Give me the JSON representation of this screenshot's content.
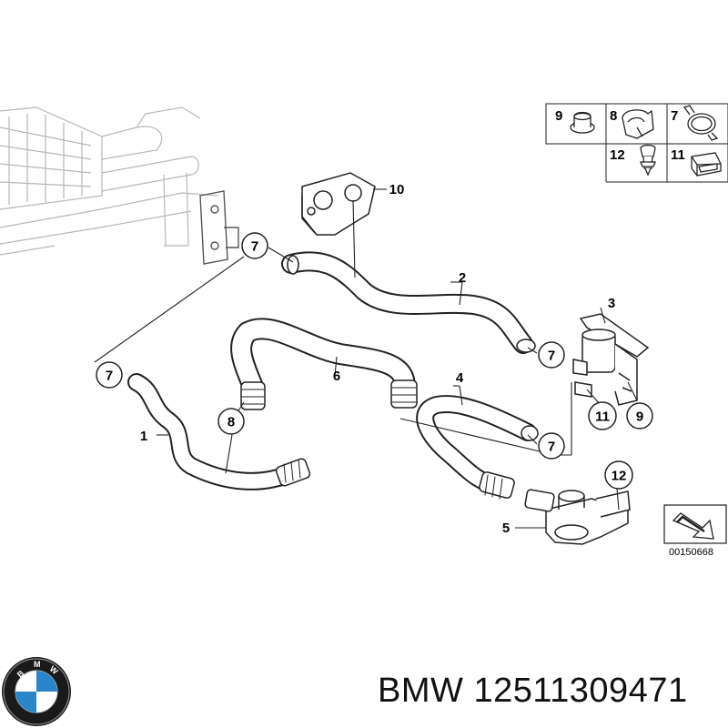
{
  "brand": "BMW",
  "part_number": "12511309471",
  "logo": {
    "letters": "BMW",
    "colors": {
      "blue": "#2a86c8",
      "ring": "#1a1a1a",
      "white": "#ffffff"
    }
  },
  "diagram_ref": "00150668",
  "legend": [
    {
      "num": "9",
      "icon": "grommet-icon"
    },
    {
      "num": "8",
      "icon": "hose-clip-icon"
    },
    {
      "num": "7",
      "icon": "spring-clamp-icon"
    },
    {
      "num": "12",
      "icon": "push-rivet-icon"
    },
    {
      "num": "11",
      "icon": "rubber-mount-icon"
    }
  ],
  "callouts": {
    "c1": "1",
    "c2": "2",
    "c3": "3",
    "c4": "4",
    "c5": "5",
    "c6": "6",
    "c7a": "7",
    "c7b": "7",
    "c7c": "7",
    "c7d": "7",
    "c8": "8",
    "c9": "9",
    "c10": "10",
    "c11": "11",
    "c12": "12"
  }
}
